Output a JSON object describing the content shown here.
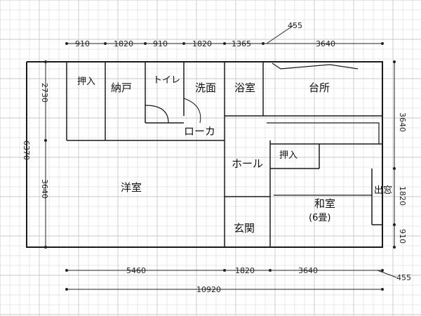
{
  "dimensions": {
    "top": [
      "910",
      "1820",
      "910",
      "1820",
      "1365",
      "3640"
    ],
    "top_note": "455",
    "bottom": [
      "5460",
      "1820",
      "3640"
    ],
    "bottom_total": "10920",
    "bottom_note": "455",
    "left_total": "6370",
    "left_upper": "2730",
    "left_lower": "3640",
    "right": [
      "3640",
      "1820",
      "910"
    ]
  },
  "rooms": {
    "oshiire_1": "押入",
    "nando": "納戸",
    "toilet": "トイレ",
    "senmen": "洗面",
    "yokushitsu": "浴室",
    "daidokoro": "台所",
    "rouka": "ローカ",
    "hall": "ホール",
    "oshiire_2": "押入",
    "youshitsu": "洋室",
    "washitsu": "和室",
    "washitsu_size": "(6畳)",
    "demado": "出窓",
    "genkan": "玄関"
  },
  "colors": {
    "grid": "#c9c9c9",
    "ink": "#1a1a1a"
  }
}
